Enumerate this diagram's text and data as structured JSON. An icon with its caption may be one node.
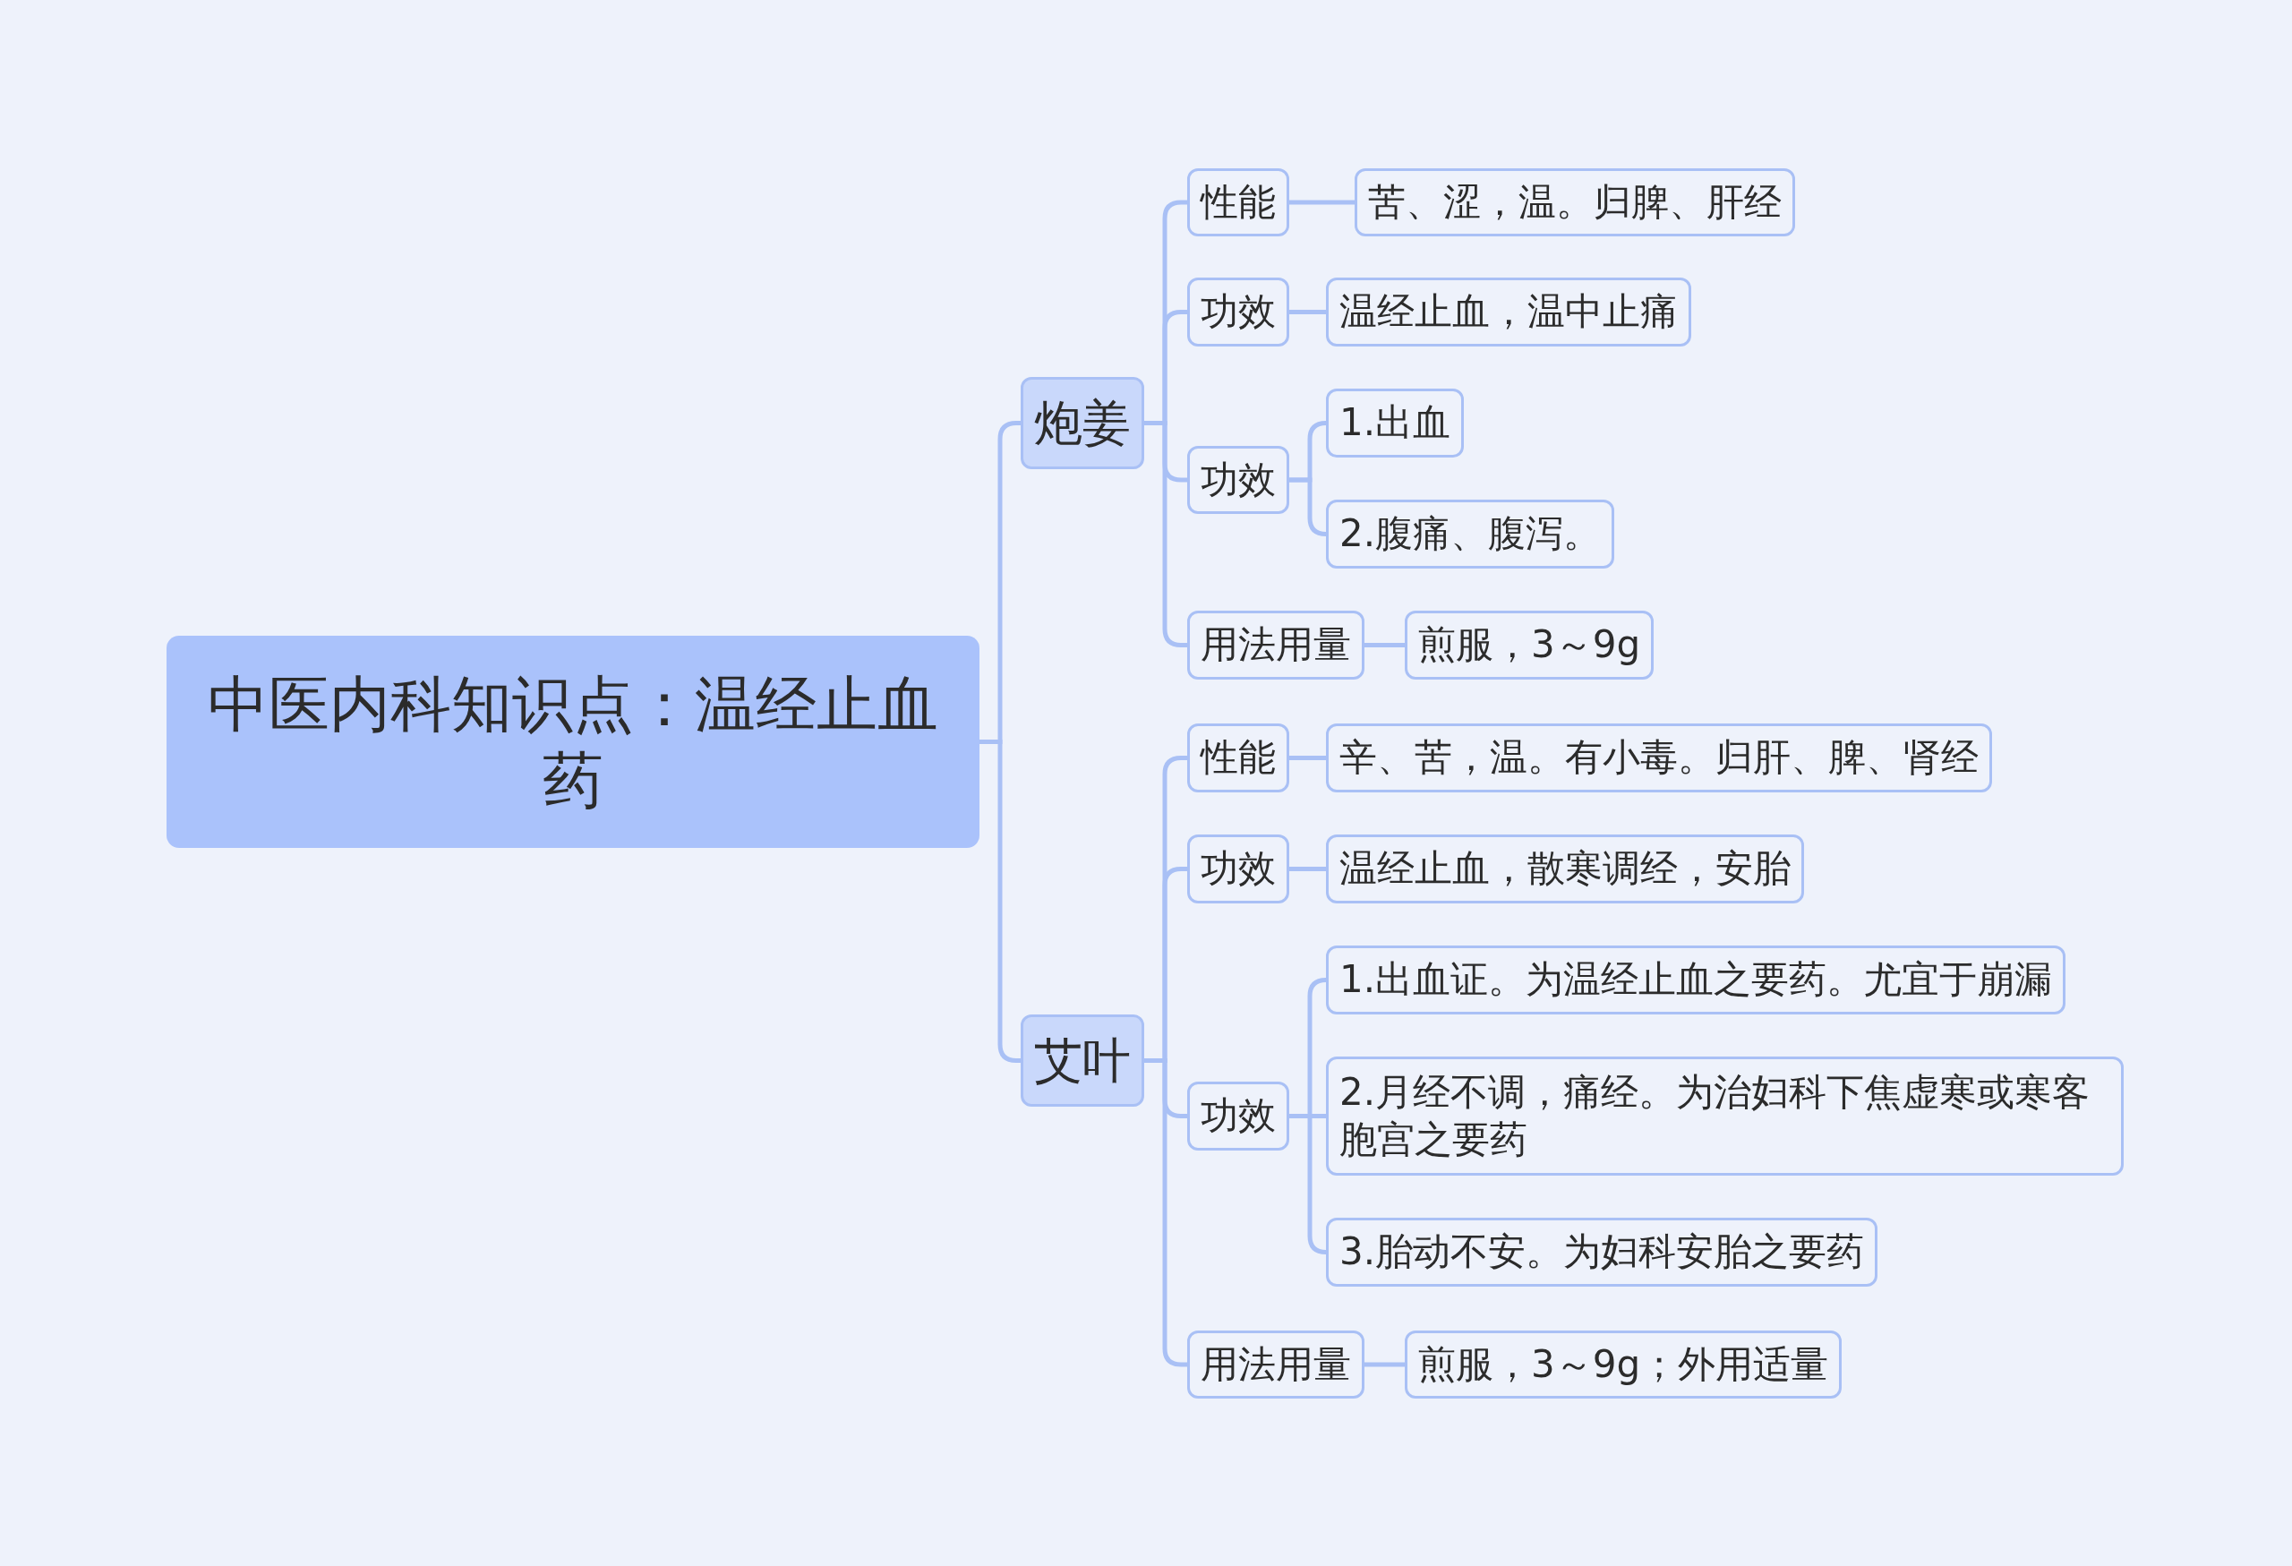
{
  "diagram": {
    "nodes": [
      {
        "text": [
          "中医内科知识点：温经止血药"
        ]
      },
      {
        "text": [
          "炮姜"
        ]
      },
      {
        "text": [
          "性能"
        ]
      },
      {
        "text": [
          "苦、涩，温。归脾、肝经"
        ]
      },
      {
        "text": [
          "功效"
        ]
      },
      {
        "text": [
          "温经止血，温中止痛"
        ]
      },
      {
        "text": [
          "功效"
        ]
      },
      {
        "text": [
          "1.出血"
        ]
      },
      {
        "text": [
          "2.腹痛、腹泻。"
        ]
      },
      {
        "text": [
          "用法用量"
        ]
      },
      {
        "text": [
          "煎服，3～9g"
        ]
      },
      {
        "text": [
          "艾叶"
        ]
      },
      {
        "text": [
          "性能"
        ]
      },
      {
        "text": [
          "辛、苦，温。有小毒。归肝、脾、肾经"
        ]
      },
      {
        "text": [
          "功效"
        ]
      },
      {
        "text": [
          "温经止血，散寒调经，安胎"
        ]
      },
      {
        "text": [
          "功效"
        ]
      },
      {
        "text": [
          "1.出血证。为温经止血之要药。尤宜于崩漏"
        ]
      },
      {
        "text": [
          "2.月经不调，痛经。为治妇科下焦虚寒或寒客胞宫之要药"
        ]
      },
      {
        "text": [
          "3.胎动不安。为妇科安胎之要药"
        ]
      },
      {
        "text": [
          "用法用量"
        ]
      },
      {
        "text": [
          "煎服，3～9g；外用适量"
        ]
      }
    ],
    "edges": [
      {
        "from": 0,
        "to": 1,
        "arrow": "none"
      },
      {
        "from": 0,
        "to": 11,
        "arrow": "none"
      },
      {
        "from": 1,
        "to": 2,
        "arrow": "none"
      },
      {
        "from": 1,
        "to": 4,
        "arrow": "none"
      },
      {
        "from": 1,
        "to": 6,
        "arrow": "none"
      },
      {
        "from": 1,
        "to": 9,
        "arrow": "none"
      },
      {
        "from": 2,
        "to": 3,
        "arrow": "none"
      },
      {
        "from": 4,
        "to": 5,
        "arrow": "none"
      },
      {
        "from": 6,
        "to": 7,
        "arrow": "none"
      },
      {
        "from": 6,
        "to": 8,
        "arrow": "none"
      },
      {
        "from": 9,
        "to": 10,
        "arrow": "none"
      },
      {
        "from": 11,
        "to": 12,
        "arrow": "none"
      },
      {
        "from": 11,
        "to": 14,
        "arrow": "none"
      },
      {
        "from": 11,
        "to": 16,
        "arrow": "none"
      },
      {
        "from": 11,
        "to": 20,
        "arrow": "none"
      },
      {
        "from": 12,
        "to": 13,
        "arrow": "none"
      },
      {
        "from": 14,
        "to": 15,
        "arrow": "none"
      },
      {
        "from": 16,
        "to": 17,
        "arrow": "none"
      },
      {
        "from": 16,
        "to": 18,
        "arrow": "none"
      },
      {
        "from": 16,
        "to": 19,
        "arrow": "none"
      },
      {
        "from": 20,
        "to": 21,
        "arrow": "none"
      }
    ]
  }
}
